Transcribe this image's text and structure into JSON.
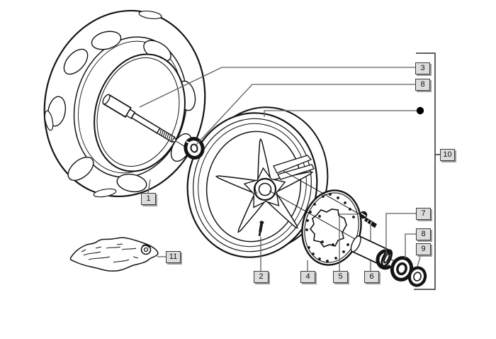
{
  "figure": {
    "kind": "exploded-parts-diagram",
    "subject": "front wheel assembly line drawing"
  },
  "callouts": [
    {
      "id": "c1",
      "number": "1"
    },
    {
      "id": "c2",
      "number": "2"
    },
    {
      "id": "c3",
      "number": "3"
    },
    {
      "id": "c4",
      "number": "4"
    },
    {
      "id": "c5",
      "number": "5"
    },
    {
      "id": "c6",
      "number": "6"
    },
    {
      "id": "c7",
      "number": "7"
    },
    {
      "id": "c8a",
      "number": "8"
    },
    {
      "id": "c8b",
      "number": "8"
    },
    {
      "id": "c9",
      "number": "9"
    },
    {
      "id": "c10",
      "number": "10"
    },
    {
      "id": "c11",
      "number": "11"
    }
  ],
  "colors": {
    "background": "#ffffff",
    "line": "#141414",
    "leader": "#5f5f5f",
    "bracket": "#2e2e2e",
    "label_face": "#dcdcdc",
    "label_border": "#3c3c3c",
    "label_shadow": "#9b9b9b",
    "bullet_dot": "#000000"
  }
}
